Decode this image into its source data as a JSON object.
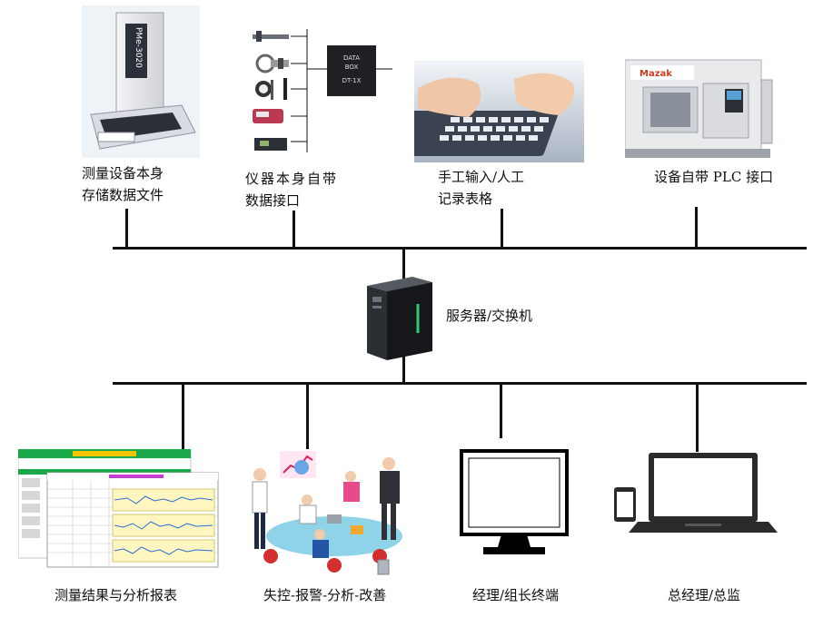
{
  "top_nodes": [
    {
      "id": "measuring-device",
      "label_line1": "测量设备本身",
      "label_line2": "存储数据文件",
      "model_text": "PMe-3020"
    },
    {
      "id": "instrument",
      "label_line1": "仪器本身自带",
      "label_line2": "数据接口",
      "databox_text1": "DATA",
      "databox_text2": "BOX",
      "databox_text3": "DT-1X"
    },
    {
      "id": "manual-input",
      "label_line1": "手工输入/人工",
      "label_line2": "记录表格"
    },
    {
      "id": "plc-device",
      "label_line1": "设备自带 PLC 接口",
      "brand_text": "Mazak"
    }
  ],
  "server": {
    "label": "服务器/交换机"
  },
  "bottom_nodes": [
    {
      "id": "report",
      "label": "测量结果与分析报表"
    },
    {
      "id": "alarm",
      "label": "失控-报警-分析-改善"
    },
    {
      "id": "manager-terminal",
      "label": "经理/组长终端"
    },
    {
      "id": "gm-terminal",
      "label": "总经理/总监"
    }
  ],
  "colors": {
    "line": "#111111",
    "accent_green": "#2ecc71",
    "report_green": "#1aa84a",
    "report_yellow": "#f5c400"
  }
}
